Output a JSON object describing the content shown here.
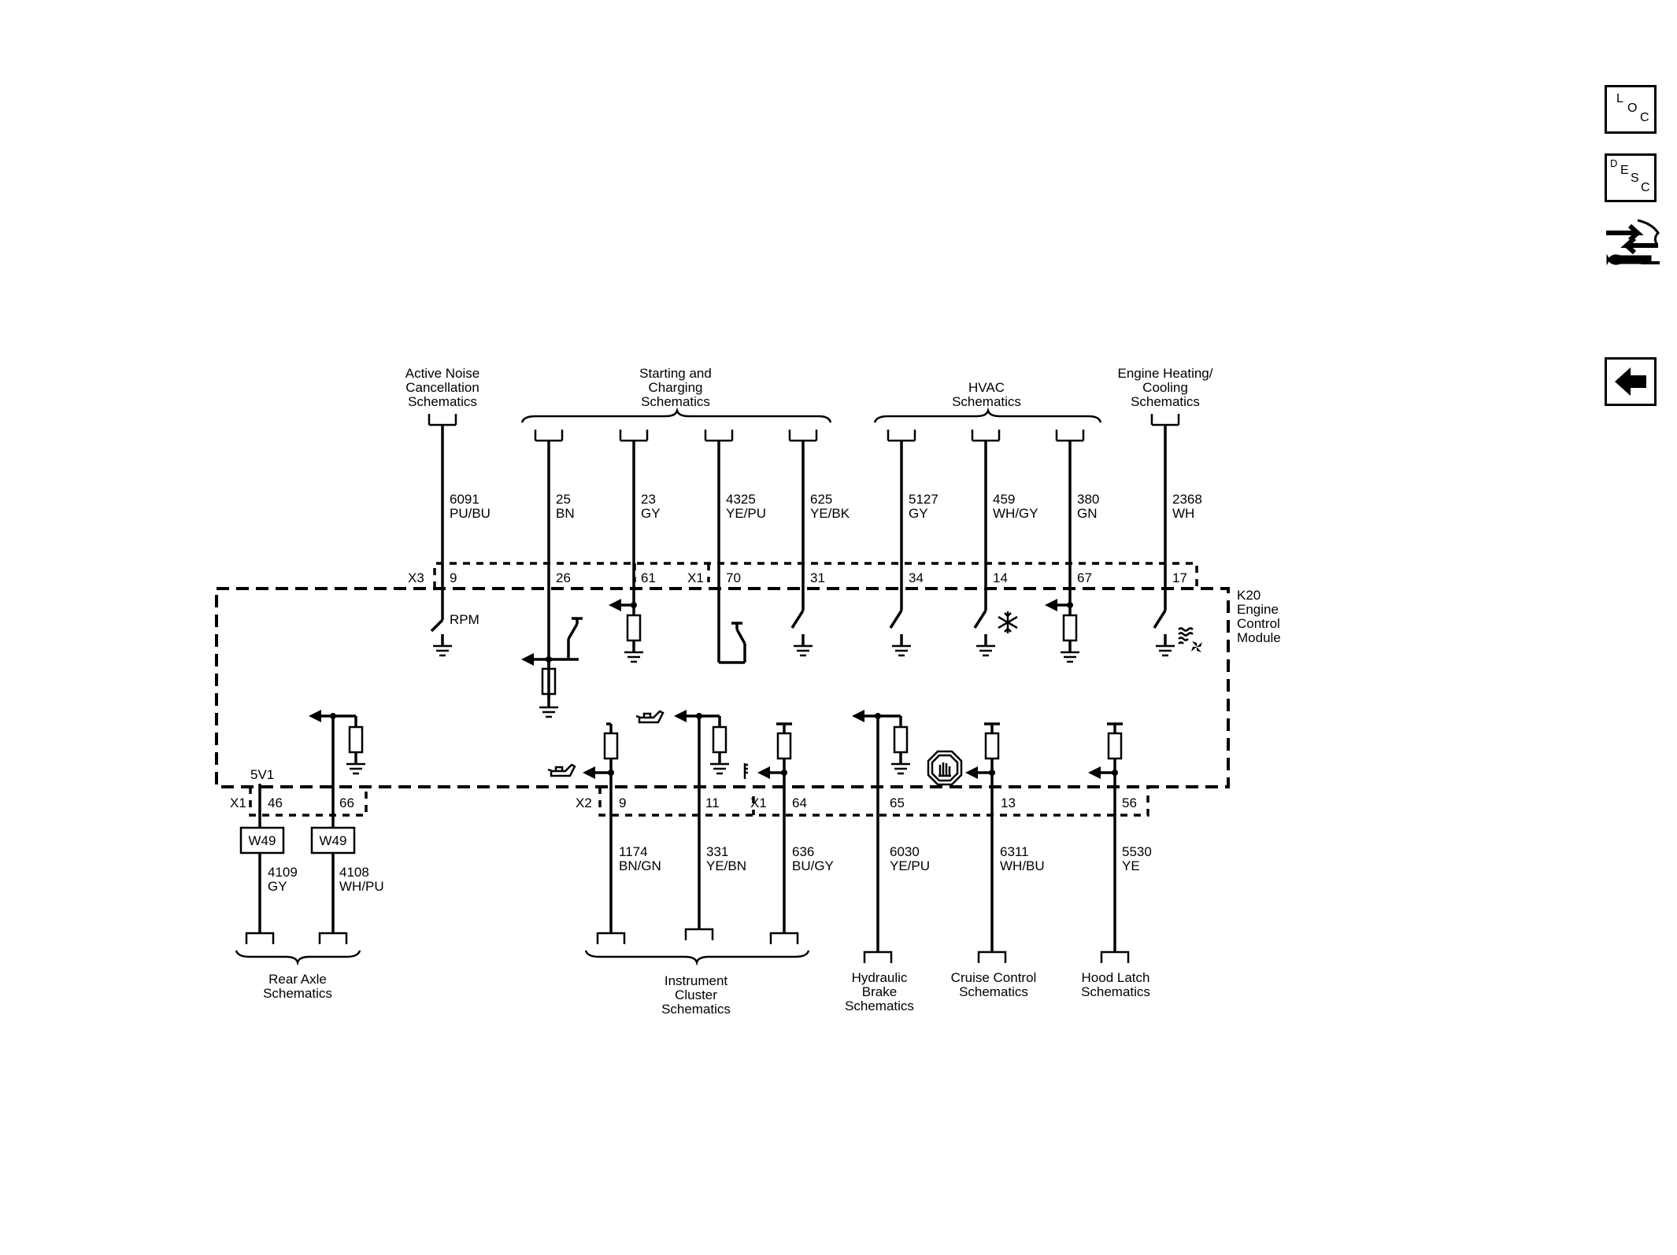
{
  "nav": {
    "loc": [
      "L",
      "O",
      "C"
    ],
    "desc": [
      "D",
      "E",
      "S",
      "C"
    ],
    "tool_icon": "connector-repair-icon",
    "back_icon": "back-arrow-icon"
  },
  "module": {
    "lines": [
      "K20",
      "Engine",
      "Control",
      "Module"
    ]
  },
  "destinations": {
    "active_noise": [
      "Active Noise",
      "Cancellation",
      "Schematics"
    ],
    "starting_charging": [
      "Starting and",
      "Charging",
      "Schematics"
    ],
    "hvac": [
      "HVAC",
      "Schematics"
    ],
    "engine_heating": [
      "Engine Heating/",
      "Cooling",
      "Schematics"
    ],
    "rear_axle": [
      "Rear Axle",
      "Schematics"
    ],
    "instrument_cluster": [
      "Instrument",
      "Cluster",
      "Schematics"
    ],
    "hydraulic_brake": [
      "Hydraulic",
      "Brake",
      "Schematics"
    ],
    "cruise_control": [
      "Cruise Control",
      "Schematics"
    ],
    "hood_latch": [
      "Hood Latch",
      "Schematics"
    ]
  },
  "connectors": {
    "x3": "X3",
    "x1_top": "X1",
    "x1_bottom_left": "X1",
    "x2": "X2",
    "x1_bottom_right": "X1"
  },
  "top_wires": [
    {
      "circuit": "6091",
      "color": "PU/BU",
      "pin": "9"
    },
    {
      "circuit": "25",
      "color": "BN",
      "pin": "26"
    },
    {
      "circuit": "23",
      "color": "GY",
      "pin": "61"
    },
    {
      "circuit": "4325",
      "color": "YE/PU",
      "pin": "70"
    },
    {
      "circuit": "625",
      "color": "YE/BK",
      "pin": "31"
    },
    {
      "circuit": "5127",
      "color": "GY",
      "pin": "34"
    },
    {
      "circuit": "459",
      "color": "WH/GY",
      "pin": "14"
    },
    {
      "circuit": "380",
      "color": "GN",
      "pin": "67"
    },
    {
      "circuit": "2368",
      "color": "WH",
      "pin": "17"
    }
  ],
  "bottom_wires": [
    {
      "circuit": "4109",
      "color": "GY",
      "pin": "46"
    },
    {
      "circuit": "4108",
      "color": "WH/PU",
      "pin": "66"
    },
    {
      "circuit": "1174",
      "color": "BN/GN",
      "pin": "9"
    },
    {
      "circuit": "331",
      "color": "YE/BN",
      "pin": "11"
    },
    {
      "circuit": "636",
      "color": "BU/GY",
      "pin": "64"
    },
    {
      "circuit": "6030",
      "color": "YE/PU",
      "pin": "65"
    },
    {
      "circuit": "6311",
      "color": "WH/BU",
      "pin": "13"
    },
    {
      "circuit": "5530",
      "color": "YE",
      "pin": "56"
    }
  ],
  "internal": {
    "rpm": "RPM",
    "supply": "5V1"
  },
  "splices": [
    "W49",
    "W49"
  ]
}
